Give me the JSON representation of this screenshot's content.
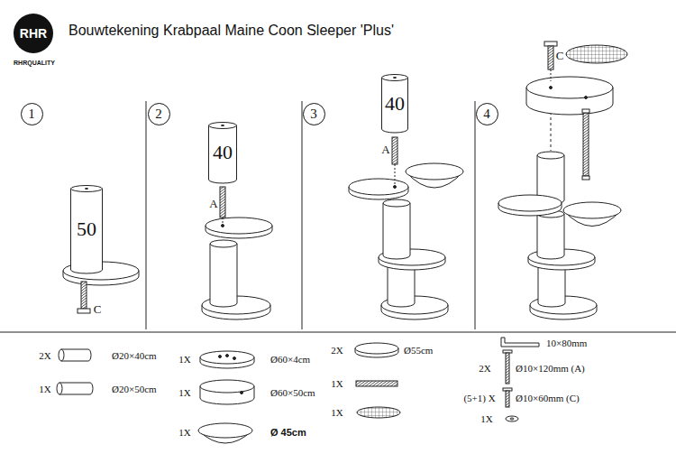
{
  "diagram": {
    "title": "Bouwtekening Krabpaal Maine Coon Sleeper 'Plus'",
    "nodes": [
      {
        "text": [
          "RHR"
        ]
      },
      {
        "text": [
          "1"
        ]
      },
      {
        "text": [
          "2"
        ]
      },
      {
        "text": [
          "3"
        ]
      },
      {
        "text": [
          "4"
        ]
      },
      {
        "text": [
          "50"
        ]
      },
      {
        "text": [
          "40"
        ]
      },
      {
        "text": [
          "40"
        ]
      }
    ],
    "labels": [
      "RHRQUALITY",
      "C",
      "A",
      "A",
      "C",
      "2X",
      "Ø20×40cm",
      "1X",
      "Ø20×50cm",
      "1X",
      "Ø60×4cm",
      "1X",
      "Ø60×50cm",
      "1X",
      "Ø 45cm",
      "2X",
      "Ø55cm",
      "1X",
      "1X",
      "10×80mm",
      "2X",
      "Ø10×120mm (A)",
      "(5+1) X",
      "Ø10×60mm (C)",
      "1X"
    ]
  }
}
